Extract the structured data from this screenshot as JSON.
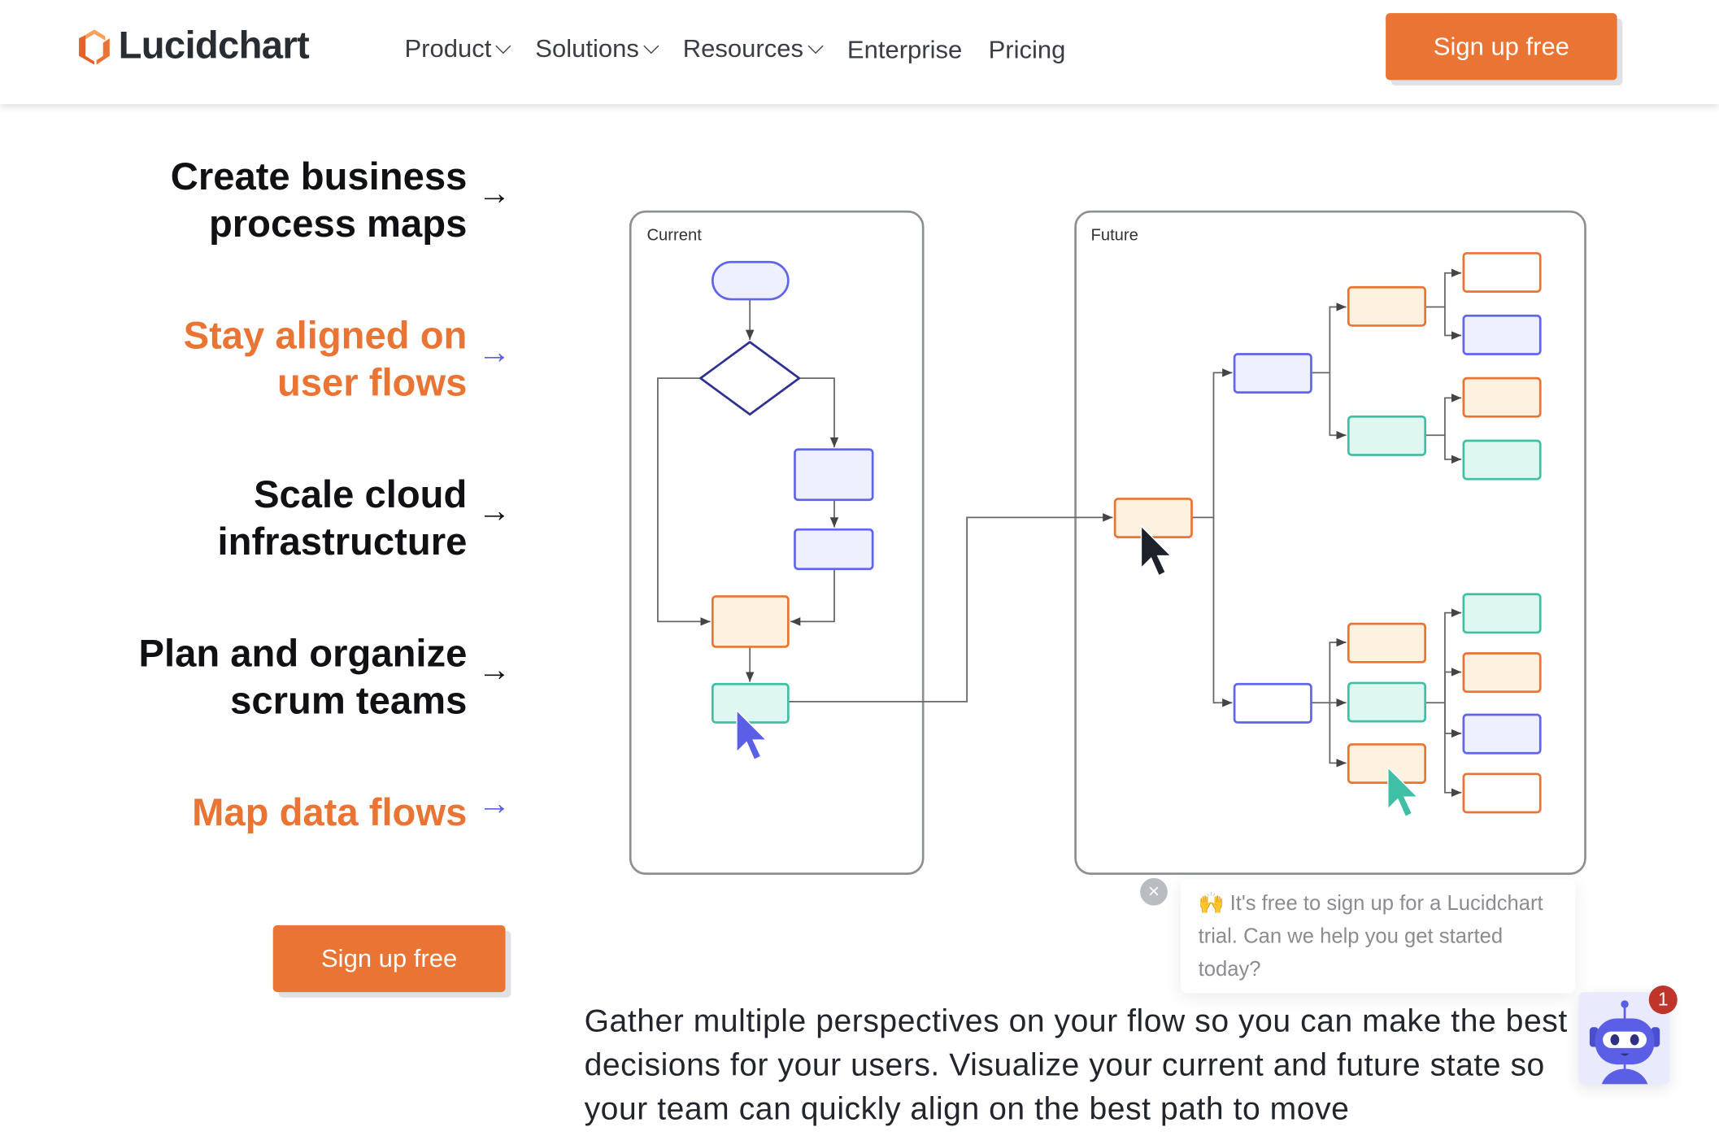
{
  "header": {
    "logo": "Lucidchart",
    "nav": [
      {
        "label": "Product",
        "dropdown": true
      },
      {
        "label": "Solutions",
        "dropdown": true
      },
      {
        "label": "Resources",
        "dropdown": true
      },
      {
        "label": "Enterprise",
        "dropdown": false
      },
      {
        "label": "Pricing",
        "dropdown": false
      }
    ],
    "signup": "Sign up free"
  },
  "use_cases": [
    {
      "line1": "Create business",
      "line2": "process maps",
      "active": false
    },
    {
      "line1": "Stay aligned on",
      "line2": "user flows",
      "active": true
    },
    {
      "line1": "Scale cloud",
      "line2": "infrastructure",
      "active": false
    },
    {
      "line1": "Plan and organize",
      "line2": "scrum teams",
      "active": false
    },
    {
      "line1": "Map data flows",
      "line2": "",
      "active": true
    }
  ],
  "cta": "Sign up free",
  "diagram": {
    "current_label": "Current",
    "future_label": "Future"
  },
  "description": "Gather multiple perspectives on your flow so you can make the best decisions for your users. Visualize your current and future state so your team can quickly align on the best path to move",
  "chat": {
    "message": "🙌 It's free to sign up for a Lucidchart trial. Can we help you get started today?",
    "badge": "1",
    "close": "×"
  },
  "colors": {
    "accent": "#e97433",
    "blue": "#5a5fe6",
    "lavender_fill": "#eff0fd",
    "orange_fill": "#fdf1df",
    "teal_fill": "#dff7f1"
  }
}
